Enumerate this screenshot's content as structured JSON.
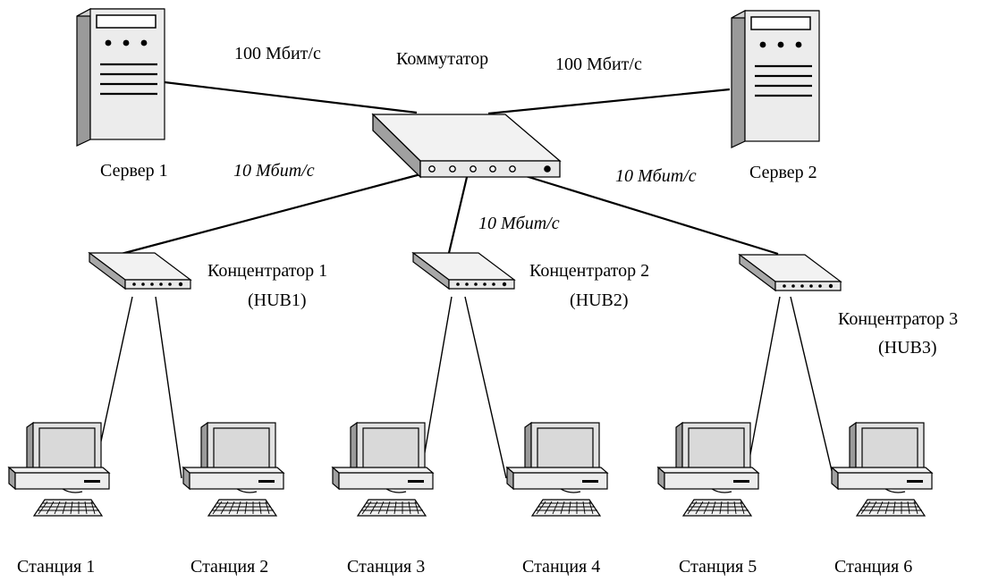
{
  "labels": {
    "switch": "Коммутатор",
    "server1": "Сервер 1",
    "server2": "Сервер 2",
    "hub1_line1": "Концентратор 1",
    "hub1_line2": "(HUB1)",
    "hub2_line1": "Концентратор 2",
    "hub2_line2": "(HUB2)",
    "hub3_line1": "Концентратор 3",
    "hub3_line2": "(HUB3)",
    "station1": "Станция 1",
    "station2": "Станция 2",
    "station3": "Станция 3",
    "station4": "Станция 4",
    "station5": "Станция 5",
    "station6": "Станция 6"
  },
  "speeds": {
    "server1_link": "100 Мбит/с",
    "server2_link": "100 Мбит/с",
    "hub1_link": "10 Мбит/с",
    "hub2_link": "10 Мбит/с",
    "hub3_link": "10 Мбит/с"
  }
}
